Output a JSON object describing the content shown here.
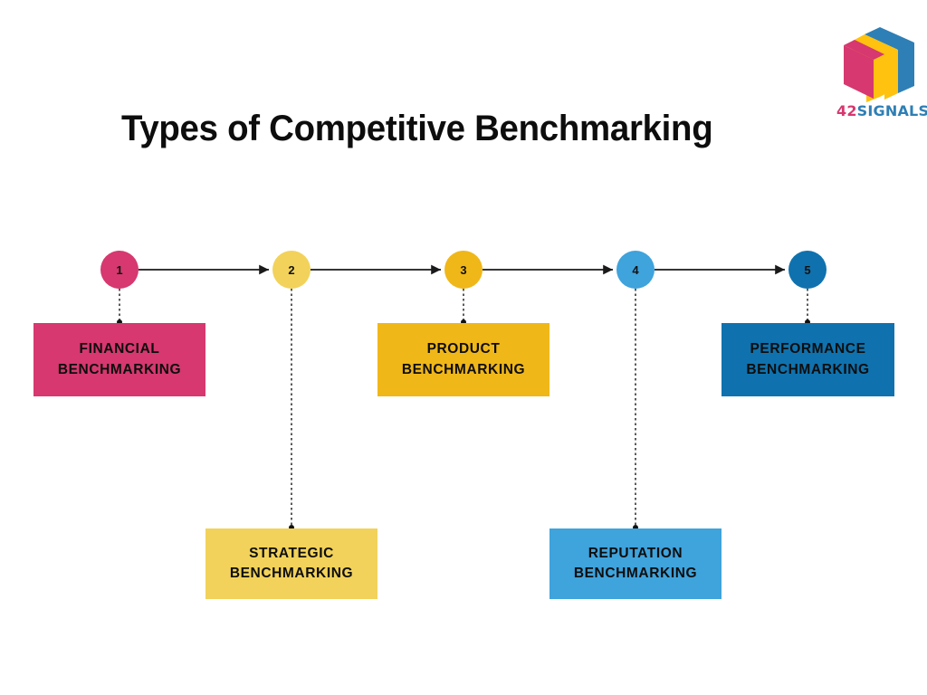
{
  "brand": {
    "logo_icon": "isometric-cube-logo",
    "name_prefix": "42",
    "name_suffix": "SIGNALS",
    "colors": {
      "pink": "#D6386F",
      "yellow": "#F5C518",
      "blue": "#2E7FB5"
    }
  },
  "title": "Types of Competitive Benchmarking",
  "chart_data": {
    "type": "diagram",
    "title": "Types of Competitive Benchmarking",
    "layout": "horizontal-timeline-alternating",
    "node_count": 5,
    "steps": [
      {
        "number": "1",
        "line1": "FINANCIAL",
        "line2": "BENCHMARKING",
        "color": "#D6386F",
        "node_color": "#D6386F",
        "side": "above"
      },
      {
        "number": "2",
        "line1": "STRATEGIC",
        "line2": "BENCHMARKING",
        "color": "#F2D25A",
        "node_color": "#F2D25A",
        "side": "below"
      },
      {
        "number": "3",
        "line1": "PRODUCT",
        "line2": "BENCHMARKING",
        "color": "#F0B719",
        "node_color": "#F0B719",
        "side": "above"
      },
      {
        "number": "4",
        "line1": "REPUTATION",
        "line2": "BENCHMARKING",
        "color": "#3FA3DC",
        "node_color": "#3FA3DC",
        "side": "below"
      },
      {
        "number": "5",
        "line1": "PERFORMANCE",
        "line2": "BENCHMARKING",
        "color": "#0F72AE",
        "node_color": "#0F72AE",
        "side": "above"
      }
    ]
  }
}
